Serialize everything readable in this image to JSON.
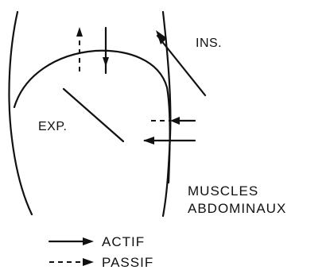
{
  "labels": {
    "ins": "INS.",
    "exp": "EXP.",
    "muscles_line1": "MUSCLES",
    "muscles_line2": "ABDOMINAUX"
  },
  "legend": {
    "active": "ACTIF",
    "passive": "PASSIF"
  }
}
